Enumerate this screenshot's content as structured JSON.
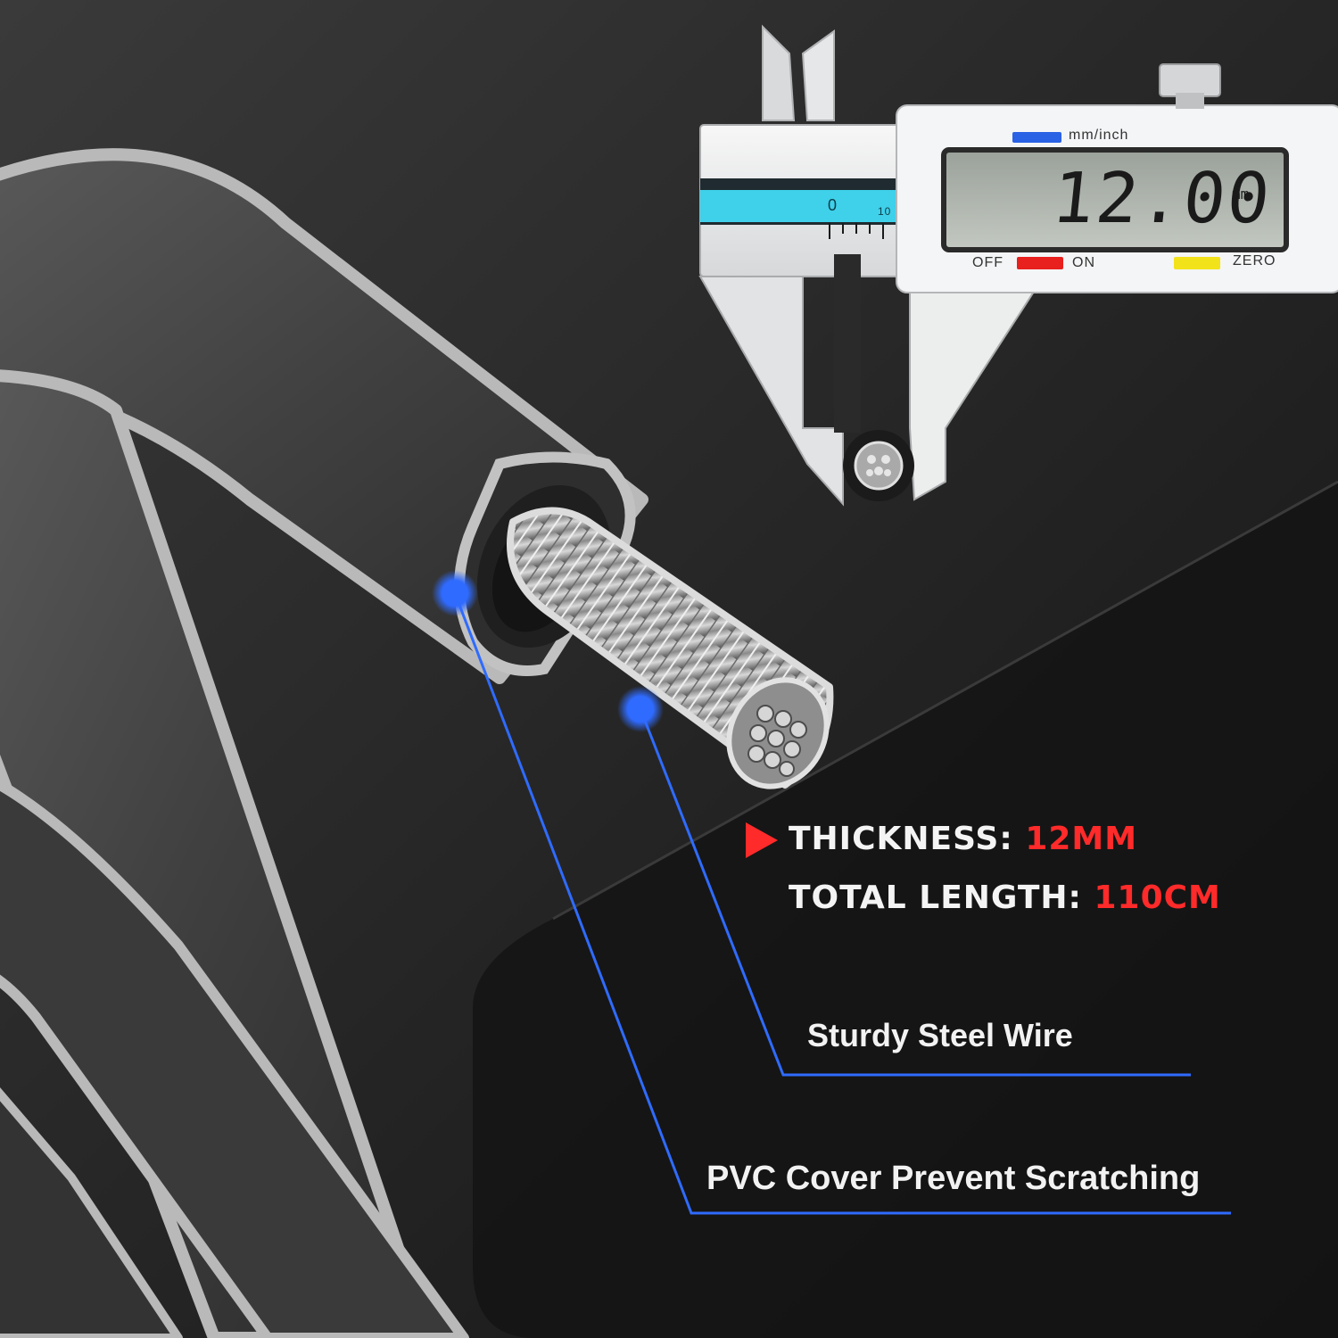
{
  "caliper": {
    "unit_button_label": "mm/inch",
    "reading_value": "12.00",
    "reading_unit": "mm",
    "off_label": "OFF",
    "on_label": "ON",
    "zero_label": "ZERO",
    "scale_zero": "0",
    "scale_ten": "10"
  },
  "specs": {
    "thickness_key": "THICKNESS:",
    "thickness_value": "12MM",
    "length_key": "TOTAL LENGTH:",
    "length_value": "110CM"
  },
  "callouts": {
    "steel_wire": "Sturdy Steel Wire",
    "pvc_cover": "PVC Cover Prevent Scratching"
  },
  "colors": {
    "accent_red": "#ff2a2a",
    "callout_blue": "#2f6bff",
    "scale_cyan": "#3fd0ea",
    "button_yellow": "#f2e21a",
    "button_blue": "#2a62e6"
  }
}
